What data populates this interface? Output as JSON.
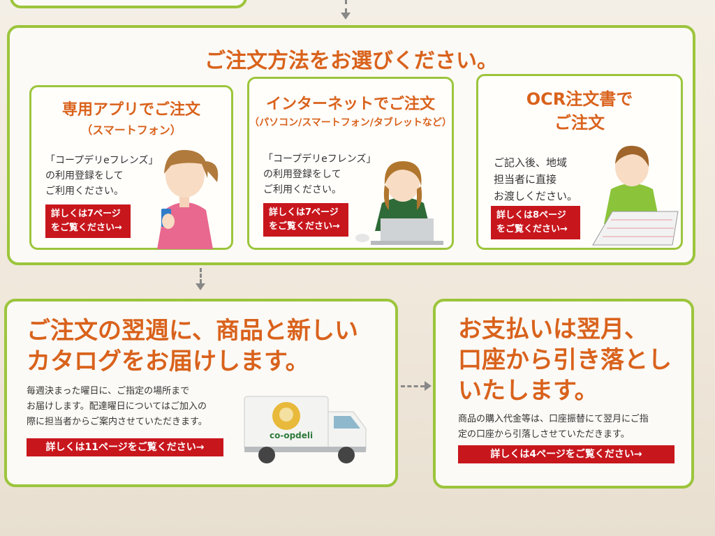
{
  "header": {
    "title": "ご注文方法をお選びください。"
  },
  "options": [
    {
      "title": "専用アプリでご注文",
      "subtitle": "（スマートフォン）",
      "body": [
        "「コープデリeフレンズ」",
        "の利用登録をして",
        "ご利用ください。"
      ],
      "link": [
        "詳しくは7ページ",
        "をご覧ください→"
      ]
    },
    {
      "title": "インターネットでご注文",
      "subtitle": "（パソコン/スマートフォン/タブレットなど）",
      "body": [
        "「コープデリeフレンズ」",
        "の利用登録をして",
        "ご利用ください。"
      ],
      "link": [
        "詳しくは7ページ",
        "をご覧ください→"
      ]
    },
    {
      "title": [
        "OCR注文書で",
        "ご注文"
      ],
      "body": [
        "ご記入後、地域",
        "担当者に直接",
        "お渡しください。"
      ],
      "link": [
        "詳しくは8ページ",
        "をご覧ください→"
      ]
    }
  ],
  "delivery": {
    "heading": [
      "ご注文の翌週に、商品と新しい",
      "カタログをお届けします。"
    ],
    "body": [
      "毎週決まった曜日に、ご指定の場所まで",
      "お届けします。配達曜日についてはご加入の",
      "際に担当者からご案内させていただきます。"
    ],
    "link": "詳しくは11ページをご覧ください→",
    "truck_logo": "co-opdeli"
  },
  "payment": {
    "heading": [
      "お支払いは翌月、",
      "口座から引き落とし",
      "いたします。"
    ],
    "body": [
      "商品の購入代金等は、口座振替にて翌月にご指",
      "定の口座から引落しさせていただきます。"
    ],
    "link": "詳しくは4ページをご覧ください→"
  },
  "colors": {
    "green": "#9cc53c",
    "orange": "#d9621c",
    "red": "#c8161d"
  }
}
